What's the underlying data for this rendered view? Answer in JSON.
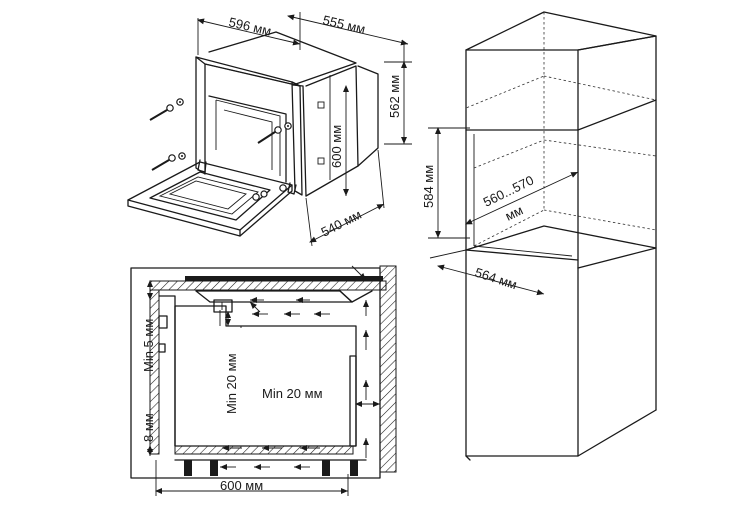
{
  "labels": {
    "oven_width": "596 мм",
    "oven_depth": "555 мм",
    "oven_height": "562 мм",
    "front_height": "600 мм",
    "body_depth": "540 мм",
    "niche_height": "584 мм",
    "niche_width": "560...570",
    "niche_width_unit": "мм",
    "niche_depth": "564 мм",
    "gap_top": "Min 5 мм",
    "gap_back": "Min 20 мм",
    "gap_side": "Min 20 мм",
    "gap_bottom": "8 мм",
    "cabinet_depth": "600 мм"
  }
}
